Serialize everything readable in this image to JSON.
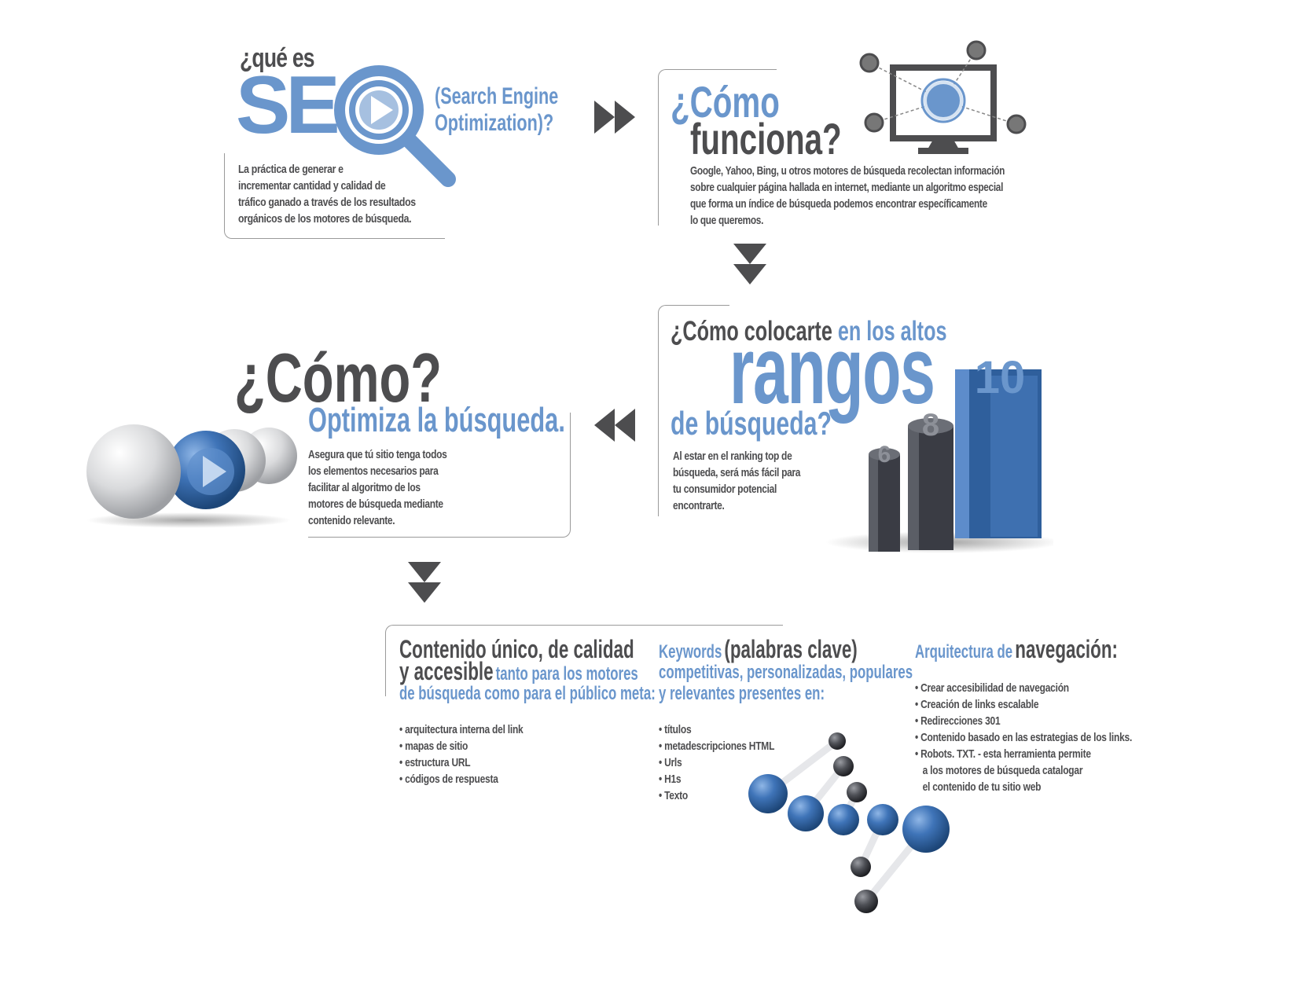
{
  "colors": {
    "gray": "#4d4d4f",
    "blue": "#6a96cc",
    "dark_blue": "#3f6fad",
    "frame": "#9a9a9a"
  },
  "section1": {
    "pre": "¿qué es",
    "seo": "SEO",
    "subtitle_line1": "(Search Engine",
    "subtitle_line2": "Optimization)?",
    "body": [
      "La práctica de generar e",
      "incrementar cantidad y calidad de",
      "tráfico ganado a través de los resultados",
      "orgánicos de los motores de búsqueda."
    ]
  },
  "section2": {
    "title_line1": "¿Cómo",
    "title_line2": "funciona?",
    "body": [
      "Google, Yahoo, Bing, u otros motores de búsqueda recolectan información",
      "sobre cualquier página hallada en internet, mediante un algoritmo especial",
      "que forma un índice de búsqueda podemos encontrar específicamente",
      "lo que queremos."
    ]
  },
  "section3": {
    "title_a": "¿Cómo colocarte",
    "title_b": "en los altos",
    "big": "rangos",
    "title_c": "de búsqueda?",
    "body": [
      "Al estar en el ranking top de",
      "búsqueda, será más fácil para",
      "tu consumidor potencial",
      "encontrarte."
    ],
    "bars": [
      {
        "label": "6"
      },
      {
        "label": "8"
      },
      {
        "label": "10"
      }
    ]
  },
  "section4": {
    "title": "¿Cómo?",
    "subtitle": "Optimiza la búsqueda.",
    "body": [
      "Asegura que tú sitio tenga todos",
      "los elementos necesarios para",
      "facilitar al algoritmo de los",
      "motores de búsqueda mediante",
      "contenido relevante."
    ]
  },
  "section5": {
    "col1": {
      "title_line1": "Contenido único, de calidad",
      "title_line2_a": "y accesible",
      "title_line2_b": "tanto para los motores",
      "title_line3": "de búsqueda como para el público meta:",
      "items": [
        "arquitectura interna del link",
        "mapas de sitio",
        "estructura URL",
        "códigos de respuesta"
      ]
    },
    "col2": {
      "title_a": "Keywords",
      "title_b": "(palabras clave)",
      "line2": "competitivas, personalizadas, populares",
      "line3": "y relevantes presentes en:",
      "items": [
        "títulos",
        "metadescripciones HTML",
        "Urls",
        "H1s",
        "Texto"
      ]
    },
    "col3": {
      "title_a": "Arquitectura de",
      "title_b": "navegación:",
      "items": [
        "Crear accesibilidad de navegación",
        "Creación de links escalable",
        "Redirecciones 301",
        "Contenido basado en las estrategias de los links.",
        "Robots. TXT. - esta herramienta permite"
      ],
      "extra": [
        "a los motores de búsqueda catalogar",
        "el contenido de tu sitio web"
      ]
    }
  }
}
